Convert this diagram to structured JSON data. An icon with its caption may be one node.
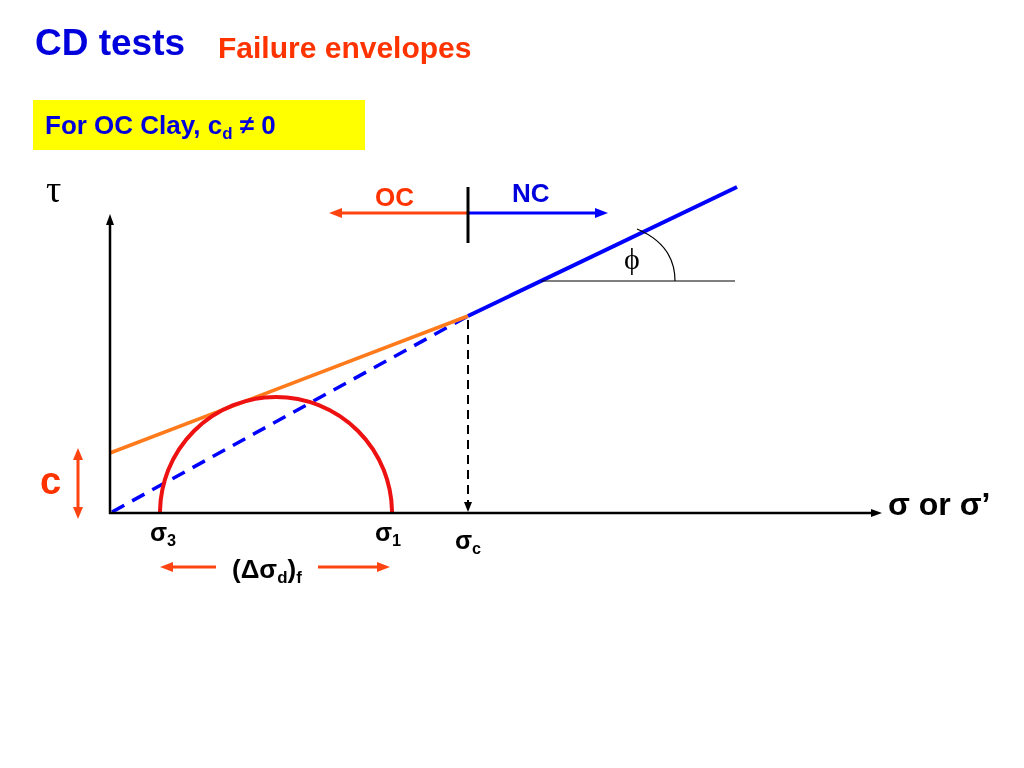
{
  "diagram": {
    "title": "CD tests",
    "nodes": [
      {
        "text": [
          "For OC Clay, c$_{d}$ ≠ 0"
        ]
      }
    ],
    "labels": [
      "Failure envelopes",
      "τ",
      "OC",
      "NC",
      "ϕ",
      "c",
      "σ or σ’",
      "σ$_{3}$",
      "σ$_{1}$",
      "σ$_{c}$",
      "(Δσ$_{d}$)$_{f}$"
    ]
  }
}
